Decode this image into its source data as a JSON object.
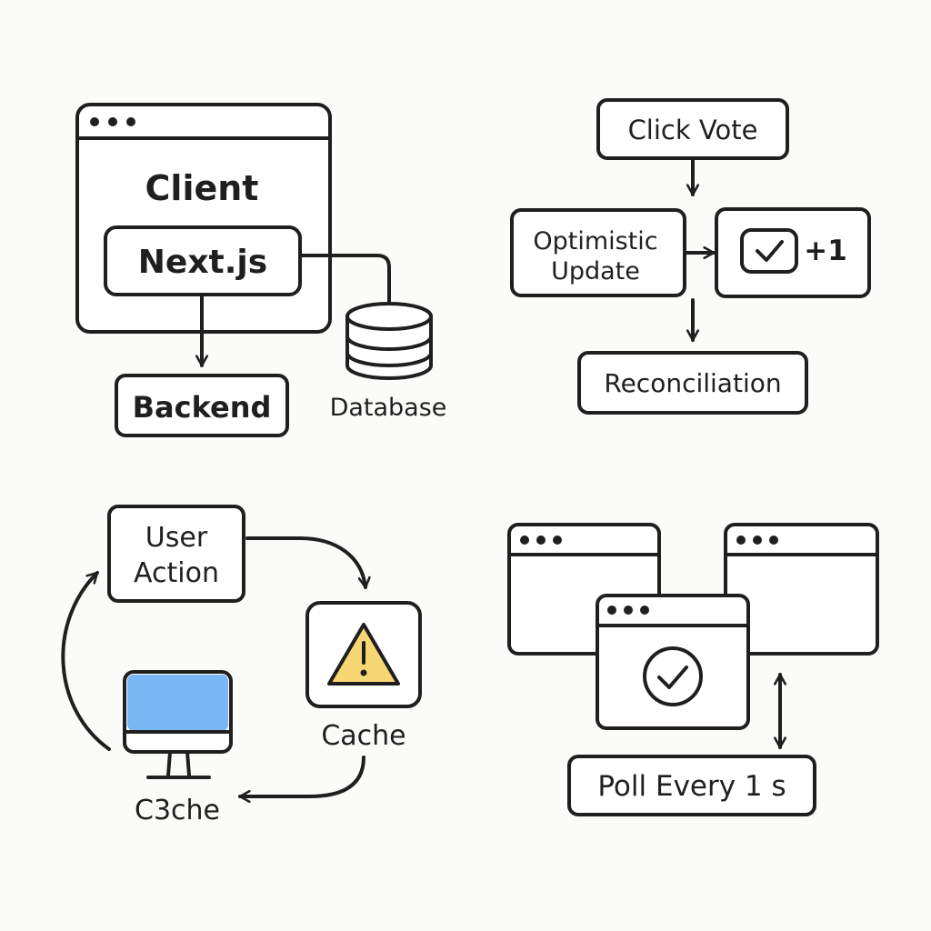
{
  "quadrant_architecture": {
    "client_title": "Client",
    "framework_label": "Next.js",
    "backend_label": "Backend",
    "database_label": "Database"
  },
  "quadrant_optimistic": {
    "click_vote_label": "Click Vote",
    "optimistic_line1": "Optimistic",
    "optimistic_line2": "Update",
    "increment_label": "+1",
    "reconciliation_label": "Reconciliation"
  },
  "quadrant_cache": {
    "user_action_line1": "User",
    "user_action_line2": "Action",
    "cache_label": "Cache",
    "client_cache_label": "C3che"
  },
  "quadrant_polling": {
    "poll_label": "Poll Every 1 s"
  },
  "colors": {
    "stroke": "#1f1f1f",
    "screen_blue": "#7ab8f5",
    "warning_yellow": "#f7d774",
    "background": "#fbfbf9"
  }
}
